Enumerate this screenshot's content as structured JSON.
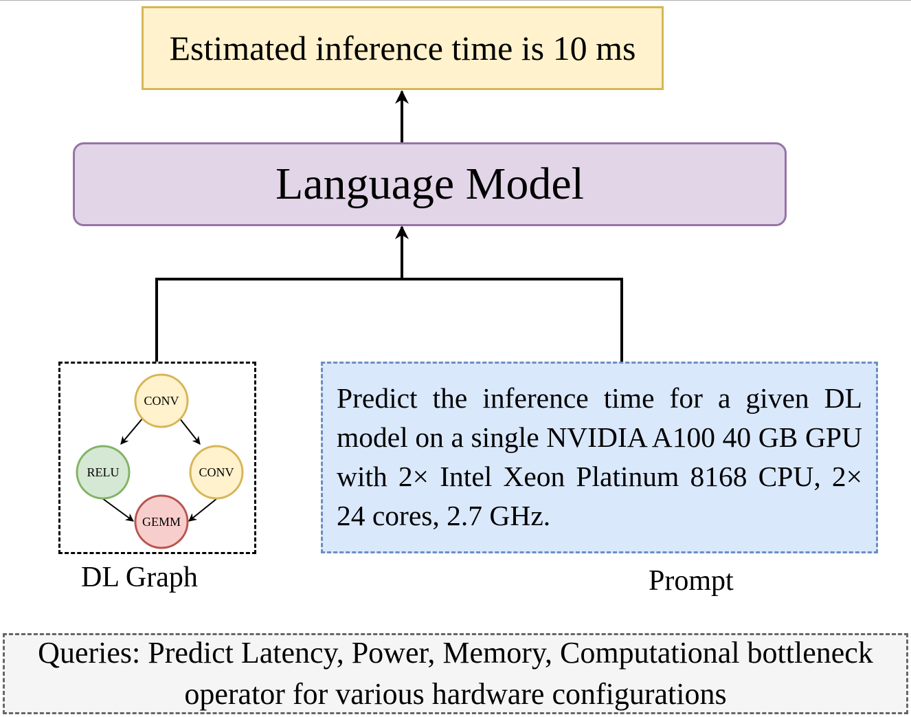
{
  "output": {
    "text": "Estimated inference time is 10 ms"
  },
  "model": {
    "label": "Language Model"
  },
  "dl_graph": {
    "caption": "DL Graph",
    "nodes": {
      "conv_top": "CONV",
      "relu": "RELU",
      "conv_right": "CONV",
      "gemm": "GEMM"
    }
  },
  "prompt": {
    "caption": "Prompt",
    "text": "Predict the inference time for a given DL model on a single NVIDIA A100 40 GB GPU with 2× Intel Xeon Platinum 8168 CPU, 2× 24 cores, 2.7 GHz."
  },
  "queries": {
    "text": "Queries: Predict Latency, Power, Memory, Computational bottleneck operator for various hardware configurations"
  },
  "colors": {
    "output_fill": "#fff2cc",
    "output_stroke": "#d6b656",
    "model_fill": "#e1d5e7",
    "model_stroke": "#9673a6",
    "prompt_fill": "#dae8fc",
    "prompt_stroke": "#6c8ebf",
    "conv_fill": "#fff2cc",
    "conv_stroke": "#d6b656",
    "relu_fill": "#d5e8d4",
    "relu_stroke": "#82b366",
    "gemm_fill": "#f8cecc",
    "gemm_stroke": "#b85450",
    "queries_fill": "#f5f5f5",
    "queries_stroke": "#666666"
  }
}
